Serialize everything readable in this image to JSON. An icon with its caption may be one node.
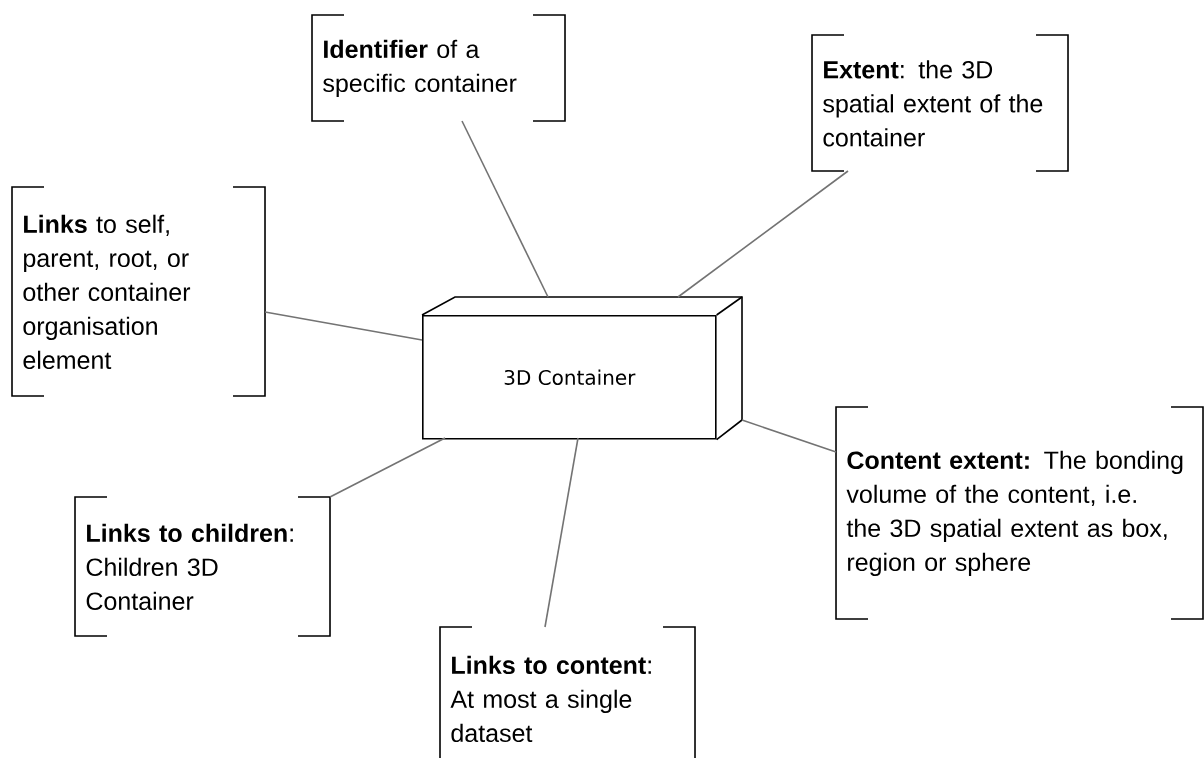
{
  "diagram": {
    "nodes": [
      {
        "text": [
          "**Identifier** of a specific container"
        ]
      },
      {
        "text": [
          "**Extent**: the 3D spatial extent of the container"
        ]
      },
      {
        "text": [
          "**Links** to self, parent, root, or other container organisation element"
        ]
      },
      {
        "text": [
          "3D Container"
        ]
      },
      {
        "text": [
          "**Content extent:** The bonding volume of the content, i.e. the 3D spatial extent as box, region or sphere"
        ]
      },
      {
        "text": [
          "**Links to children**: Children 3D Container"
        ]
      },
      {
        "text": [
          "**Links to content**: At most a single dataset"
        ]
      }
    ],
    "edges": [
      {
        "from": 0,
        "to": 3,
        "arrow": "none"
      },
      {
        "from": 1,
        "to": 3,
        "arrow": "none"
      },
      {
        "from": 2,
        "to": 3,
        "arrow": "none"
      },
      {
        "from": 4,
        "to": 3,
        "arrow": "none"
      },
      {
        "from": 5,
        "to": 3,
        "arrow": "none"
      },
      {
        "from": 6,
        "to": 3,
        "arrow": "none"
      }
    ]
  }
}
